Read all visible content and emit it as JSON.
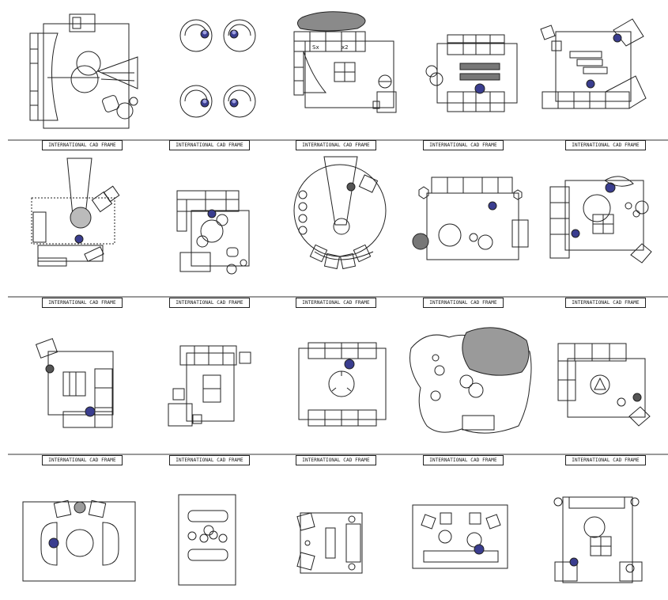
{
  "sheet": {
    "frame_label": "INTERNATIONAL CAD FRAME",
    "colors": {
      "line": "#222222",
      "accent": "#3a3d8f",
      "accent_light": "#7d80c9",
      "fill_gray": "#8a8a8a"
    }
  },
  "tiles": [
    {
      "label": "INTERNATIONAL CAD FRAME"
    },
    {
      "label": "INTERNATIONAL CAD FRAME"
    },
    {
      "label": "INTERNATIONAL CAD FRAME"
    },
    {
      "label": "INTERNATIONAL CAD FRAME"
    },
    {
      "label": "INTERNATIONAL CAD FRAME"
    },
    {
      "label": "INTERNATIONAL CAD FRAME"
    },
    {
      "label": "INTERNATIONAL CAD FRAME"
    },
    {
      "label": "INTERNATIONAL CAD FRAME"
    },
    {
      "label": "INTERNATIONAL CAD FRAME"
    },
    {
      "label": "INTERNATIONAL CAD FRAME"
    },
    {
      "label": "INTERNATIONAL CAD FRAME"
    },
    {
      "label": "INTERNATIONAL CAD FRAME"
    },
    {
      "label": "INTERNATIONAL CAD FRAME"
    },
    {
      "label": "INTERNATIONAL CAD FRAME"
    },
    {
      "label": "INTERNATIONAL CAD FRAME"
    }
  ],
  "plan_text": {
    "sofa_mark_a": "Sx",
    "sofa_mark_b": "x2"
  }
}
